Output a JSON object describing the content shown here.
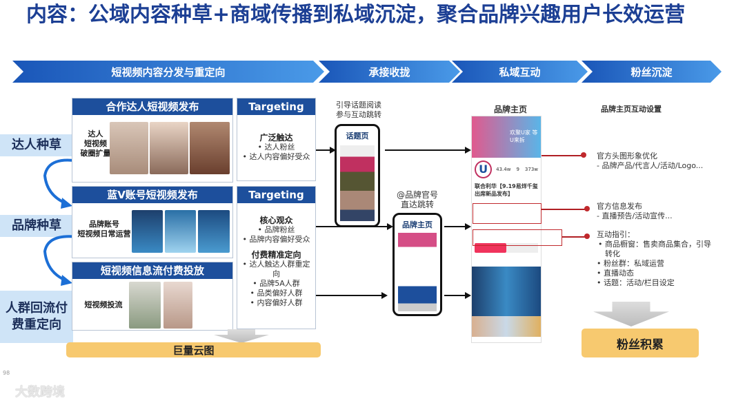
{
  "title": "内容：公域内容种草+商域传播到私域沉淀，聚合品牌兴趣用户长效运营",
  "stages": [
    "短视频内容分发与重定向",
    "承接收拢",
    "私域互动",
    "粉丝沉淀"
  ],
  "side_labels": [
    "达人种草",
    "品牌种草",
    "人群回流付费重定向"
  ],
  "sections": [
    {
      "header": "合作达人短视频发布",
      "label": "达人\n短视频\n破圈扩量"
    },
    {
      "header": "蓝V账号短视频发布",
      "label": "品牌账号\n短视频日常运营"
    },
    {
      "header": "短视频信息流付费投放",
      "label": "短视频投流"
    }
  ],
  "targeting": [
    {
      "header": "Targeting",
      "groups": [
        {
          "title": "广泛触达",
          "items": [
            "达人粉丝",
            "达人内容偏好受众"
          ]
        }
      ]
    },
    {
      "header": "Targeting",
      "groups": [
        {
          "title": "核心观众",
          "items": [
            "品牌粉丝",
            "品牌内容偏好受众"
          ]
        },
        {
          "title": "付费精准定向",
          "items": [
            "达人触达人群重定向",
            "品牌5A人群",
            "品类偏好人群",
            "内容偏好人群"
          ]
        }
      ]
    }
  ],
  "bottom_bar": "巨量云图",
  "topic_caption": "引导话题阅读\n参与互动跳转",
  "topic_phone_title": "话题页",
  "brand_caption": "@品牌官号\n直达跳转",
  "brand_phone_title": "品牌主页",
  "big_phone_title": "品牌主页",
  "big_phone": {
    "name": "联合利华【9.19易烊千玺出席新品发布】",
    "stats": [
      "43.4w",
      "9",
      "373w"
    ],
    "banner": "欢聚U家 等U来拆"
  },
  "settings_title": "品牌主页互动设置",
  "annotations": [
    {
      "title": "官方头图形象优化",
      "lines": [
        "- 品牌产品/代言人/活动/Logo..."
      ]
    },
    {
      "title": "官方信息发布",
      "lines": [
        "- 直播预告/活动宣传..."
      ]
    },
    {
      "title": "互动指引：",
      "bullets": [
        "商品橱窗：售卖商品集合，引导转化",
        "粉丝群：私域运营",
        "直播动态",
        "话题：活动/栏目设定"
      ]
    }
  ],
  "result": "粉丝积累",
  "page_number": "98",
  "watermark": "大数跨境",
  "colors": {
    "title": "#1c3f94",
    "header": "#1d4f9c",
    "side": "#cfe4f7",
    "yellow": "#f7c96f",
    "red": "#c0282c"
  }
}
